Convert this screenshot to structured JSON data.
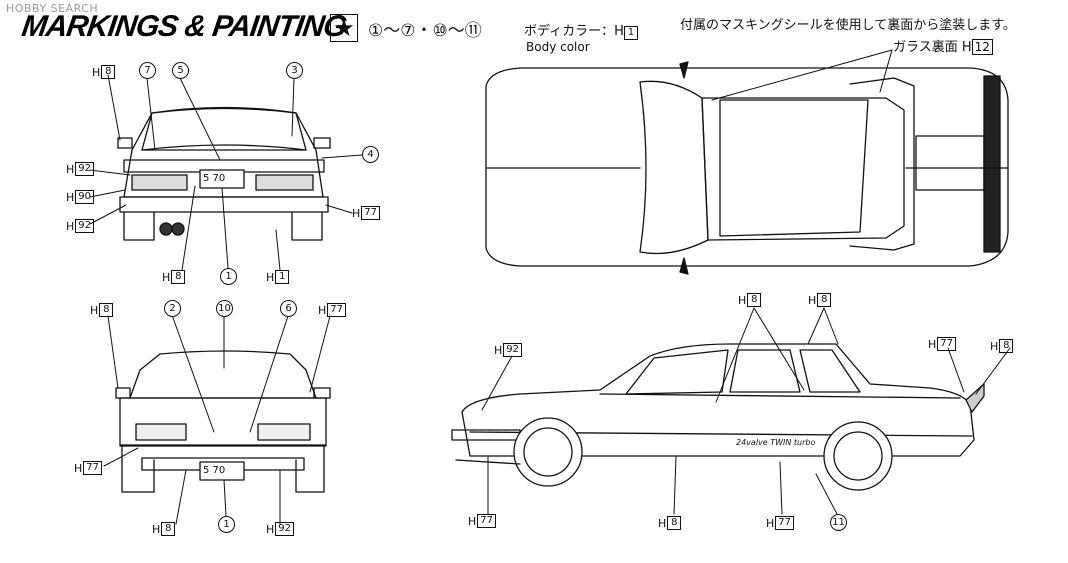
{
  "watermark": "HOBBY SEARCH",
  "title": "MARKINGS & PAINTING",
  "star_symbol": "★",
  "decal_list": "①～⑦・⑩～⑪",
  "body_color": {
    "jp": "ボディカラー：H",
    "code": "1",
    "en": "Body color"
  },
  "masking_note": "付属のマスキングシールを使用して裏面から塗装します。",
  "glass_note": {
    "text": "ガラス裏面 H",
    "code": "12"
  },
  "plate_text": "5 70",
  "side_decal": "24valve TWIN turbo",
  "rear_view": {
    "callouts": [
      "7",
      "5",
      "3",
      "4",
      "1"
    ],
    "codes": [
      "8",
      "92",
      "90",
      "92",
      "77",
      "8",
      "1"
    ]
  },
  "front_view": {
    "callouts": [
      "2",
      "10",
      "6",
      "1"
    ],
    "codes": [
      "8",
      "77",
      "77",
      "8",
      "92"
    ]
  },
  "side_view": {
    "callouts": [
      "11"
    ],
    "codes": [
      "8",
      "8",
      "92",
      "77",
      "8",
      "77",
      "8",
      "77"
    ]
  }
}
